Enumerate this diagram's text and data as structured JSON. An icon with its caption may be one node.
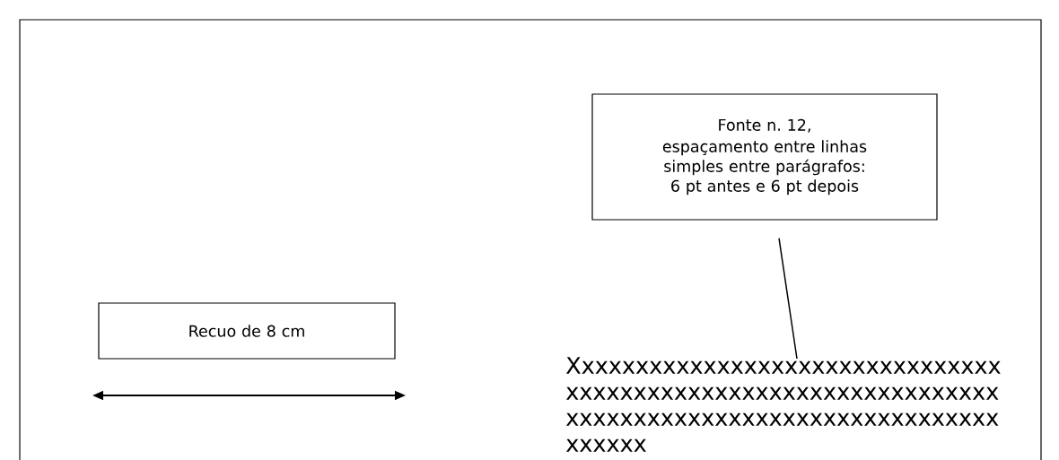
{
  "diagram": {
    "nodes": [
      {
        "text": [
          "Recuo de 8 cm"
        ]
      },
      {
        "text": [
          "Fonte n. 12,",
          "espaçamento entre linhas simples entre parágrafos: 6 pt antes e 6 pt depois"
        ]
      },
      {
        "text": [
          "Xxxxxxxxxxxxxxxxxxxxxxxxxxxxxxxx xxxxxxxxxxxxxxxxxxxxxxxxxxxxxxxx xxxxxxxxxxxxxxxxxxxxxxxxxxxxxxxx xxxxxx"
        ]
      }
    ],
    "edges": [
      {
        "from": 1,
        "to": 2,
        "arrow": "none"
      }
    ]
  }
}
